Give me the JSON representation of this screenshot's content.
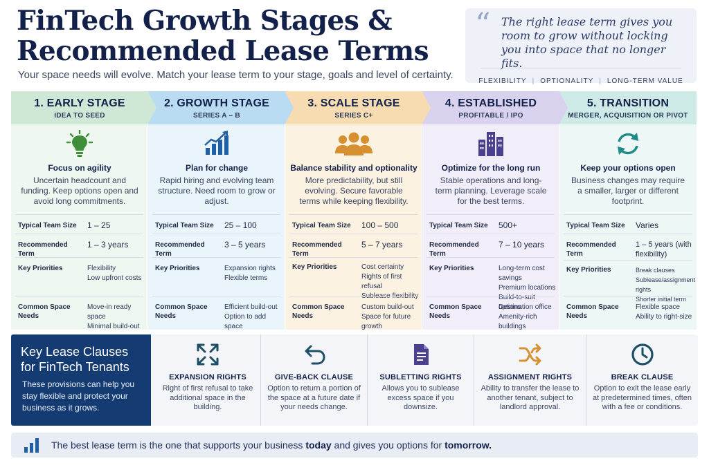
{
  "header": {
    "title_line1": "FinTech Growth Stages &",
    "title_line2": "Recommended Lease Terms",
    "subtitle": "Your space needs will evolve. Match your lease term to your stage, goals and level of certainty."
  },
  "quote": {
    "text": "The right lease term gives you room to grow without locking you into space that no longer fits.",
    "tags": [
      "FLEXIBILITY",
      "OPTIONALITY",
      "LONG-TERM VALUE"
    ],
    "separator": "|"
  },
  "row_labels": {
    "team": "Typical Team Size",
    "term": "Recommended Term",
    "priorities": "Key Priorities",
    "needs": "Common Space Needs"
  },
  "stages": [
    {
      "name": "1. EARLY STAGE",
      "sub": "IDEA TO SEED",
      "icon": "lightbulb-icon",
      "focus": "Focus on agility",
      "desc": "Uncertain headcount and funding. Keep options open and avoid long commitments.",
      "team": "1 – 25",
      "term": "1 – 3 years",
      "priorities": [
        "Flexibility",
        "Low upfront costs"
      ],
      "needs": [
        "Move-in ready space",
        "Minimal build-out"
      ]
    },
    {
      "name": "2. GROWTH STAGE",
      "sub": "SERIES A – B",
      "icon": "growth-chart-icon",
      "focus": "Plan for change",
      "desc": "Rapid hiring and evolving team structure. Need room to grow or adjust.",
      "team": "25 – 100",
      "term": "3 – 5 years",
      "priorities": [
        "Expansion rights",
        "Flexible terms"
      ],
      "needs": [
        "Efficient build-out",
        "Option to add space"
      ]
    },
    {
      "name": "3. SCALE STAGE",
      "sub": "SERIES C+",
      "icon": "team-icon",
      "focus": "Balance stability and optionality",
      "desc": "More predictability, but still evolving. Secure favorable terms while keeping flexibility.",
      "team": "100 – 500",
      "term": "5 – 7 years",
      "priorities": [
        "Cost certainty",
        "Rights of first refusal",
        "Sublease flexibility"
      ],
      "needs": [
        "Custom build-out",
        "Space for future growth"
      ]
    },
    {
      "name": "4. ESTABLISHED",
      "sub": "PROFITABLE / IPO",
      "icon": "buildings-icon",
      "focus": "Optimize for the long run",
      "desc": "Stable operations and long-term planning. Leverage scale for the best terms.",
      "team": "500+",
      "term": "7 – 10 years",
      "priorities": [
        "Long-term cost savings",
        "Premium locations",
        "Build-to-suit options"
      ],
      "needs": [
        "Destination office",
        "Amenity-rich buildings"
      ]
    },
    {
      "name": "5. TRANSITION",
      "sub": "MERGER, ACQUISITION OR PIVOT",
      "icon": "refresh-icon",
      "focus": "Keep your options open",
      "desc": "Business changes may require a smaller, larger or different footprint.",
      "team": "Varies",
      "term": "1 – 5 years (with flexibility)",
      "priorities": [
        "Break clauses",
        "Sublease/assignment rights",
        "Shorter initial term"
      ],
      "needs": [
        "Flexible space",
        "Ability to right-size"
      ]
    }
  ],
  "clauses_intro": {
    "title": "Key Lease Clauses for FinTech Tenants",
    "body": "These provisions can help you stay flexible and protect your business as it grows."
  },
  "clauses": [
    {
      "title": "EXPANSION RIGHTS",
      "desc": "Right of first refusal to take additional space in the building.",
      "icon": "expand-arrows-icon"
    },
    {
      "title": "GIVE-BACK CLAUSE",
      "desc": "Option to return a portion of the space at a future date if your needs change.",
      "icon": "return-arrow-icon"
    },
    {
      "title": "SUBLETTING RIGHTS",
      "desc": "Allows you to sublease excess space if you downsize.",
      "icon": "document-icon"
    },
    {
      "title": "ASSIGNMENT RIGHTS",
      "desc": "Ability to transfer the lease to another tenant, subject to landlord approval.",
      "icon": "shuffle-icon"
    },
    {
      "title": "BREAK CLAUSE",
      "desc": "Option to exit the lease early at predetermined times, often with a fee or conditions.",
      "icon": "clock-icon"
    }
  ],
  "footer": {
    "icon": "bar-chart-icon",
    "text_a": "The best lease term is the one that supports your business ",
    "bold_a": "today",
    "text_b": " and gives you options for ",
    "bold_b": "tomorrow."
  },
  "colors": {
    "navy": "#13214a",
    "intro_blue": "#153c72",
    "early_head": "#cfe8d6",
    "early_body": "#eef7f0",
    "early_icon": "#3f8f3a",
    "growth_head": "#b9dcf2",
    "growth_body": "#eaf4fb",
    "growth_icon": "#1f5fa8",
    "scale_head": "#f6dcb0",
    "scale_body": "#fcf2e2",
    "scale_icon": "#d6902f",
    "established_head": "#d9d2ef",
    "established_body": "#f1eef9",
    "established_icon": "#4b3f8f",
    "transition_head": "#cdeae6",
    "transition_body": "#edf7f5",
    "transition_icon": "#1f8a8a",
    "clause_icon": "#1f4f66",
    "accent_orange": "#d6902f",
    "accent_purple": "#4b3f8f"
  }
}
